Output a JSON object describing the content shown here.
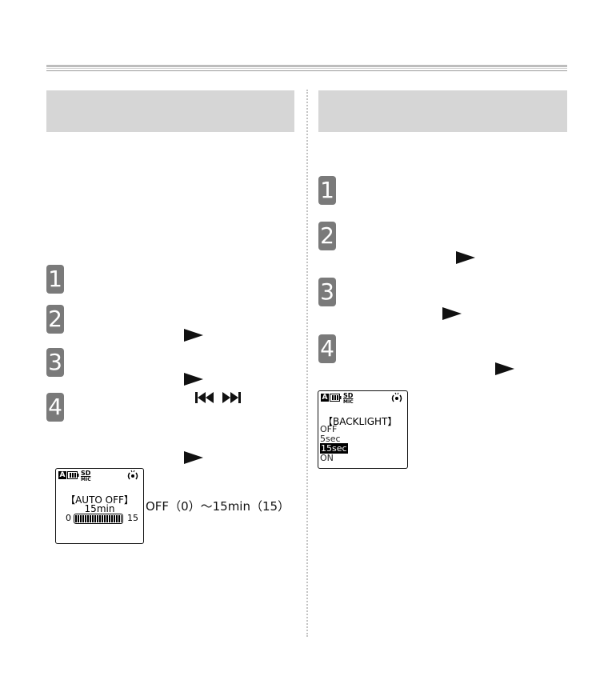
{
  "left": {
    "steps": [
      "1",
      "2",
      "3",
      "4"
    ],
    "lcd": {
      "mode_icon": "A",
      "sd_label": "SD",
      "mic_label": "MIC",
      "title": "【AUTO OFF】",
      "value": "15min",
      "scale_min": "0",
      "scale_max": "15",
      "level_fraction": 1.0
    },
    "range_text": "OFF（0）～15min（15）"
  },
  "right": {
    "steps": [
      "1",
      "2",
      "3",
      "4"
    ],
    "lcd": {
      "mode_icon": "A",
      "sd_label": "SD",
      "mic_label": "MIC",
      "title": "【BACKLIGHT】",
      "options": [
        "OFF",
        "5sec",
        "15sec",
        "ON"
      ],
      "selected": "15sec"
    }
  },
  "icons": [
    "play-icon",
    "skip-back-icon",
    "skip-forward-icon",
    "battery-icon",
    "wireless-icon"
  ]
}
